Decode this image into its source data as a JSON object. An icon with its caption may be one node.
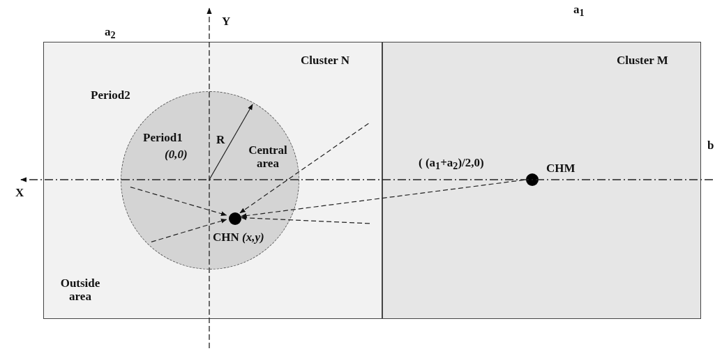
{
  "diagram": {
    "nodes": [
      {
        "text": [
          "Cluster N"
        ]
      },
      {
        "text": [
          "Period1",
          "Central area"
        ],
        "in": 0
      },
      {
        "text": [],
        "shape": "circle",
        "beside": [
          "CHN *(x,y)*"
        ],
        "in": 1
      },
      {
        "text": [
          "Cluster M"
        ]
      },
      {
        "text": [],
        "shape": "circle",
        "beside": [
          "CHM"
        ],
        "in": 3
      }
    ],
    "edges": [
      {
        "from": null,
        "to": 2,
        "arrow": "to",
        "style": "dashed"
      },
      {
        "from": null,
        "to": 2,
        "arrow": "to",
        "style": "dashed"
      },
      {
        "from": null,
        "to": 2,
        "arrow": "to",
        "style": "dashed"
      },
      {
        "from": 4,
        "to": 2,
        "arrow": "to",
        "style": "dashed"
      },
      {
        "from": null,
        "to": 2,
        "arrow": "to",
        "style": "dashed"
      }
    ],
    "labels": [
      "a$_{2}$",
      "Y",
      "a$_{1}$",
      "Period2",
      "R",
      "(0,0)",
      "X",
      "b",
      "( (a$_{1}$+a$_{2}$)/2,0)",
      "Outside area"
    ]
  }
}
